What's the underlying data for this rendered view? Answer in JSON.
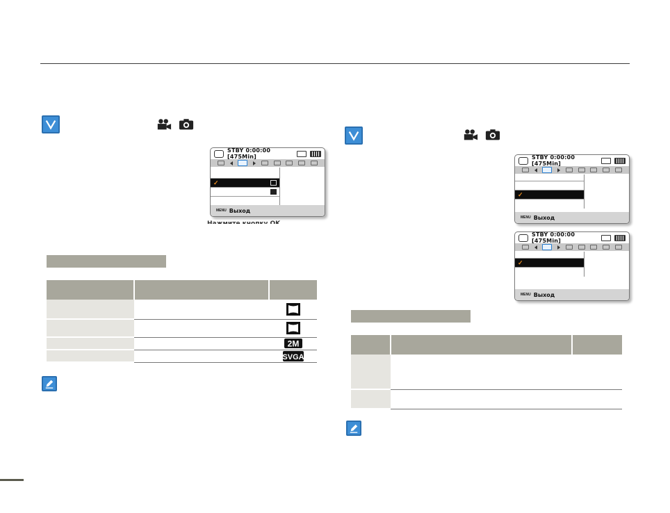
{
  "left": {
    "screen": {
      "status": "STBY 0:00:00 [475Min]",
      "exit_label": "Выход",
      "menu_label": "MENU"
    },
    "cutoff_text": "Нажмите кнопку OK"
  },
  "right": {
    "screen_top": {
      "status": "STBY 0:00:00 [475Min]",
      "exit_label": "Выход",
      "menu_label": "MENU"
    },
    "screen_bottom": {
      "status": "STBY 0:00:00 [475Min]",
      "exit_label": "Выход",
      "menu_label": "MENU"
    }
  },
  "icons": {
    "check": "check-icon",
    "note": "note-icon",
    "movie": "movie-camera-icon",
    "photo": "photo-camera-icon",
    "wide": "wide-aspect-icon",
    "res_2m": "2M",
    "res_svga": "SVGA"
  },
  "colors": {
    "accent_blue": "#3d8ed6",
    "table_header": "#a8a79c",
    "table_label": "#e6e5e0",
    "checkmark": "#e58a20"
  }
}
